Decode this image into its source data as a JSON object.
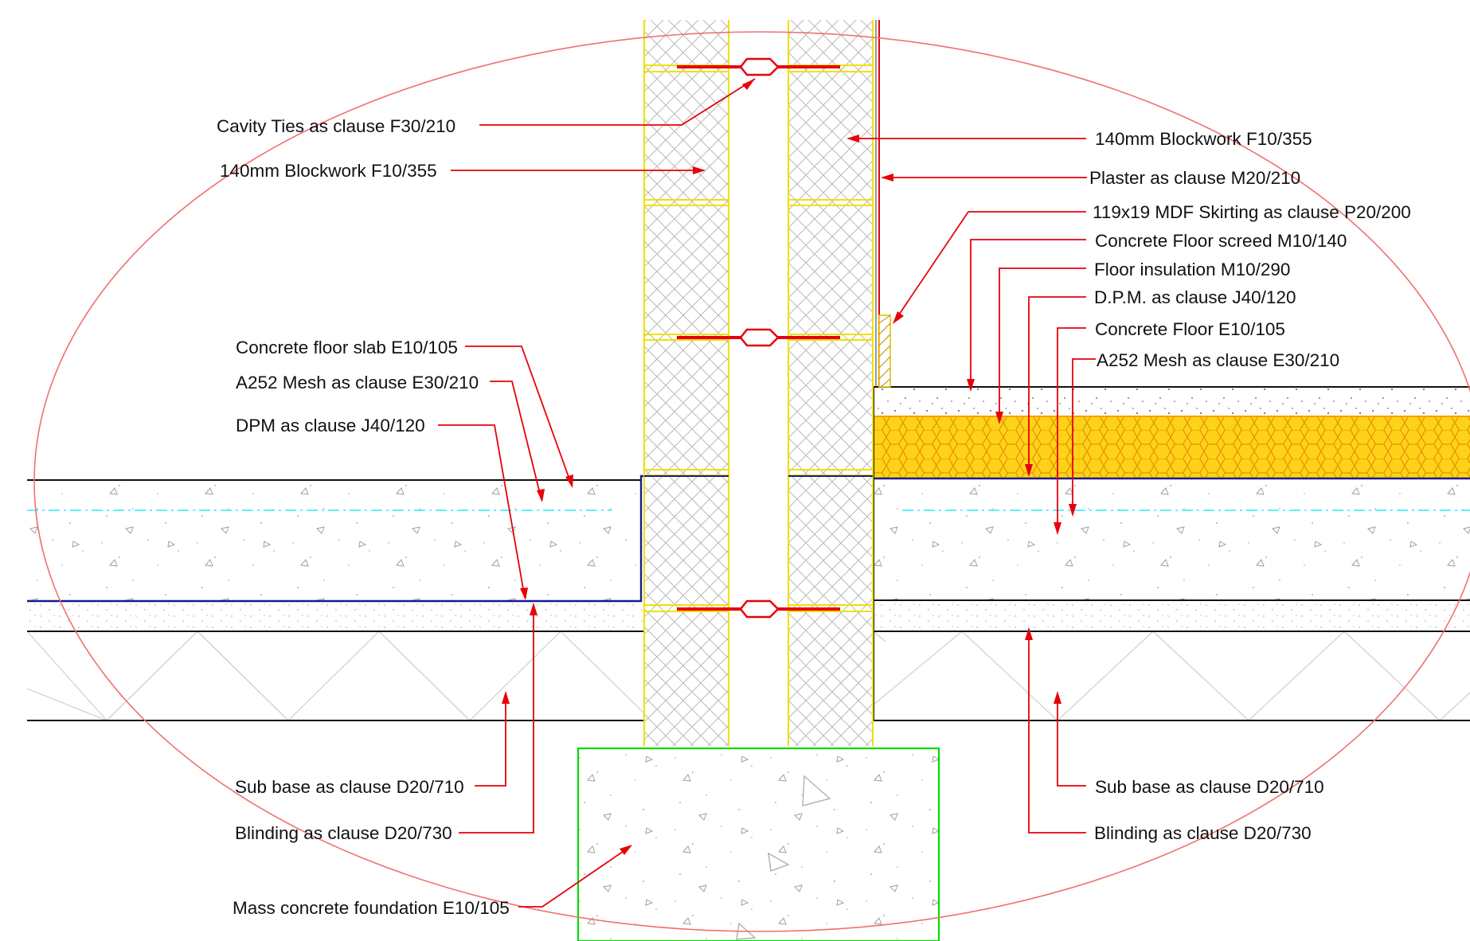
{
  "labels": {
    "cavity_ties": "Cavity Ties as clause F30/210",
    "blockwork_left": "140mm Blockwork F10/355",
    "blockwork_right": "140mm Blockwork F10/355",
    "plaster": "Plaster as clause M20/210",
    "skirting": "119x19 MDF Skirting as clause P20/200",
    "floor_screed": "Concrete Floor screed M10/140",
    "floor_insulation": "Floor insulation M10/290",
    "dpm_right": "D.P.M. as clause J40/120",
    "concrete_floor": "Concrete Floor E10/105",
    "mesh_right": "A252 Mesh as clause E30/210",
    "slab_left": "Concrete floor slab E10/105",
    "mesh_left": "A252 Mesh as clause E30/210",
    "dpm_left": "DPM as clause J40/120",
    "subbase_left": "Sub base as clause D20/710",
    "blinding_left": "Blinding as clause D20/730",
    "foundation": "Mass concrete foundation E10/105",
    "subbase_right": "Sub base as clause D20/710",
    "blinding_right": "Blinding as clause D20/730"
  },
  "colors": {
    "leader": "#e8000b",
    "block_joint": "#f2e000",
    "insulation": "#f5a000",
    "foundation_outline": "#00dd00",
    "dpm_line": "#1a1a8c",
    "mesh_line": "#00e5ff",
    "detail_ellipse": "#f07070"
  }
}
